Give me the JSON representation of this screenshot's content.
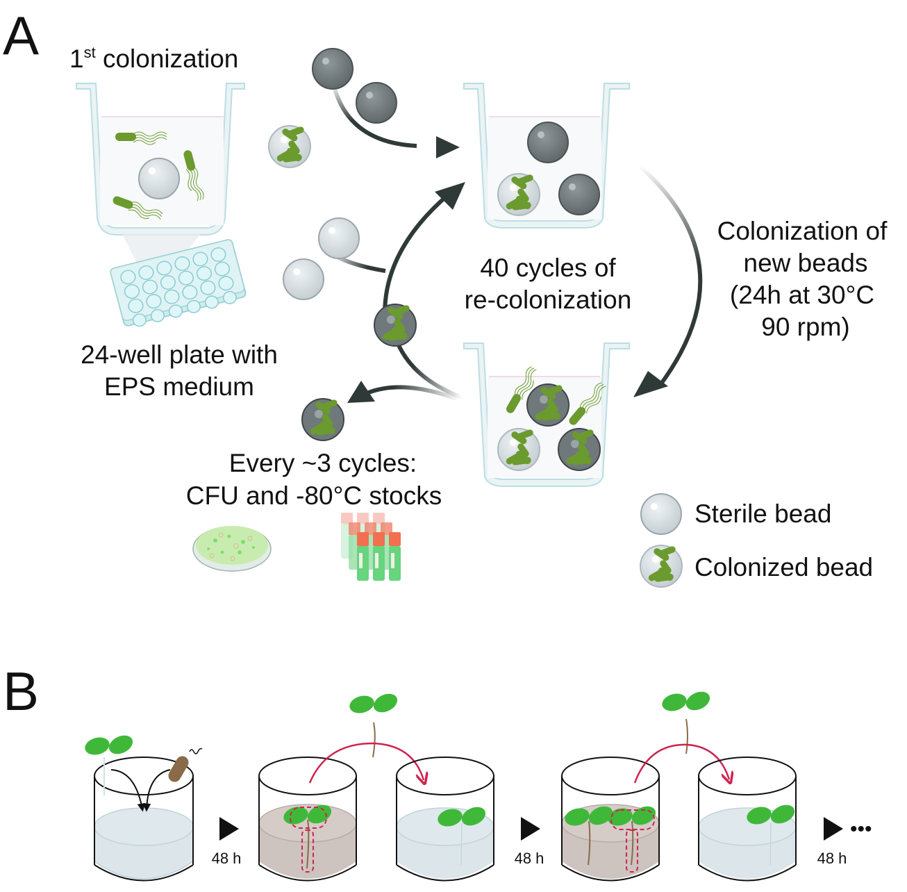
{
  "panel_a": {
    "letter": "A",
    "first_colonization": {
      "prefix": "1",
      "superscript": "st",
      "suffix": " colonization"
    },
    "plate_label": [
      "24-well plate with",
      "EPS medium"
    ],
    "cycles_label": [
      "40 cycles of",
      "re-colonization"
    ],
    "colonization_label": [
      "Colonization of",
      "new beads",
      "(24h at 30°C",
      "90 rpm)"
    ],
    "sampling_label": [
      "Every ~3 cycles:",
      "CFU and -80°C stocks"
    ],
    "legend": [
      {
        "icon": "sterile-bead-icon",
        "label": "Sterile bead"
      },
      {
        "icon": "colonized-bead-icon",
        "label": "Colonized bead"
      }
    ]
  },
  "panel_b": {
    "letter": "B",
    "time_labels": [
      "48 h",
      "48 h",
      "48 h"
    ],
    "continuation": "•••"
  },
  "colors": {
    "arrow_dark": "#2f3a38",
    "bacteria_green": "#6b9a2e",
    "sterile_bead": "#d8dfe3",
    "dark_bead": "#7d8689",
    "transfer_arrow": "#d0234f",
    "medium_clear": "#dde6ea",
    "medium_colonized": "#cdc3bf",
    "leaf_green": "#3fb83a",
    "root_brown": "#8a6a48"
  }
}
